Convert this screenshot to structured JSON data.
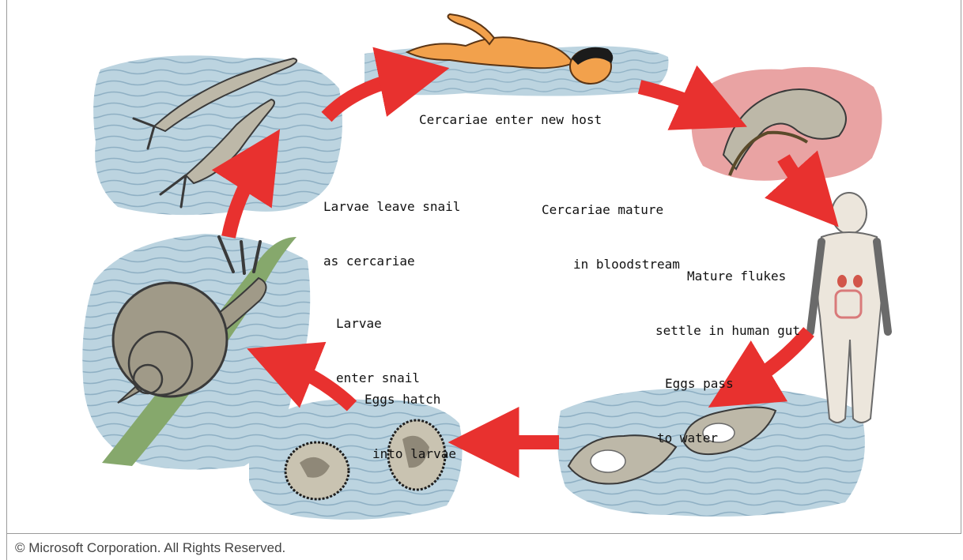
{
  "steps": {
    "cercariae_enter": "Cercariae enter new host",
    "cercariae_mature_1": "Cercariae mature",
    "cercariae_mature_2": "in bloodstream",
    "flukes_settle_1": "Mature flukes",
    "flukes_settle_2": "settle in human gut",
    "eggs_pass_1": "Eggs pass",
    "eggs_pass_2": "to water",
    "eggs_hatch_1": "Eggs hatch",
    "eggs_hatch_2": "into larvae",
    "larvae_enter_1": "Larvae",
    "larvae_enter_2": "enter snail",
    "larvae_leave_1": "Larvae leave snail",
    "larvae_leave_2": "as cercariae"
  },
  "footer": {
    "copyright": "© Microsoft Corporation. All Rights Reserved."
  },
  "colors": {
    "arrow": "#e8312f",
    "water": "#bcd4e0",
    "water_ripple": "#8fb0c4",
    "blood": "#e9a3a3",
    "parasite": "#bdb8a8",
    "skin": "#f2a14c",
    "body": "#ece6dc",
    "leaf": "#86a86c"
  }
}
